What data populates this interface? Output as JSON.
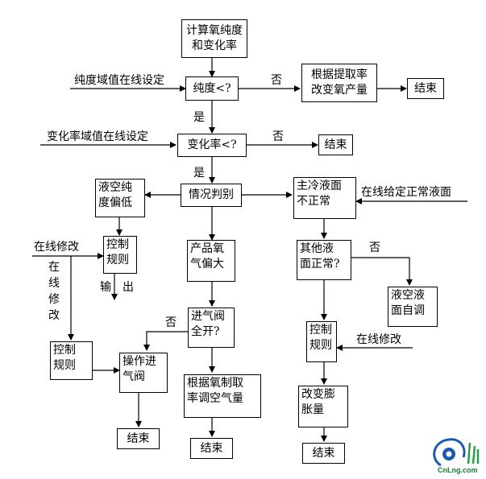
{
  "nodes": {
    "calc": "计算氧纯度\n和变化率",
    "purity_check": "纯度<?",
    "adjust_by_extraction": "根据提取率\n改变氧产量",
    "end_1": "结束",
    "rate_check": "变化率<?",
    "end_2": "结束",
    "situation": "情况判别",
    "liquid_air_low": "液空纯\n度偏低",
    "control_rule_left": "控制\n规则",
    "control_rule_lower_left": "控制\n规则",
    "product_oxygen_high": "产品氧\n气偏大",
    "inlet_valve_check": "进气阀\n全开?",
    "operate_valve": "操作进\n气阀",
    "end_3": "结束",
    "adjust_air_by_extraction": "根据氧制取\n率调空气量",
    "end_4": "结束",
    "main_cold_abnormal": "主冷液面\n不正常",
    "other_level_normal": "其他液\n面正常?",
    "liquid_air_auto": "液空液\n面自调",
    "control_rule_right": "控制\n规则",
    "change_expansion": "改变膨\n胀量",
    "end_5": "结束"
  },
  "labels": {
    "purity_threshold": "纯度域值在线设定",
    "rate_threshold": "变化率域值在线设定",
    "no_1": "否",
    "yes_1": "是",
    "no_2": "否",
    "yes_2": "是",
    "online_normal_level": "在线给定正常液面",
    "online_modify_left": "在线修改",
    "online_modify_vertical": "在线修改",
    "output": "输　出",
    "no_3": "否",
    "no_4": "否",
    "online_modify_right": "在线修改"
  },
  "logo": {
    "text": "CnLng.com"
  }
}
